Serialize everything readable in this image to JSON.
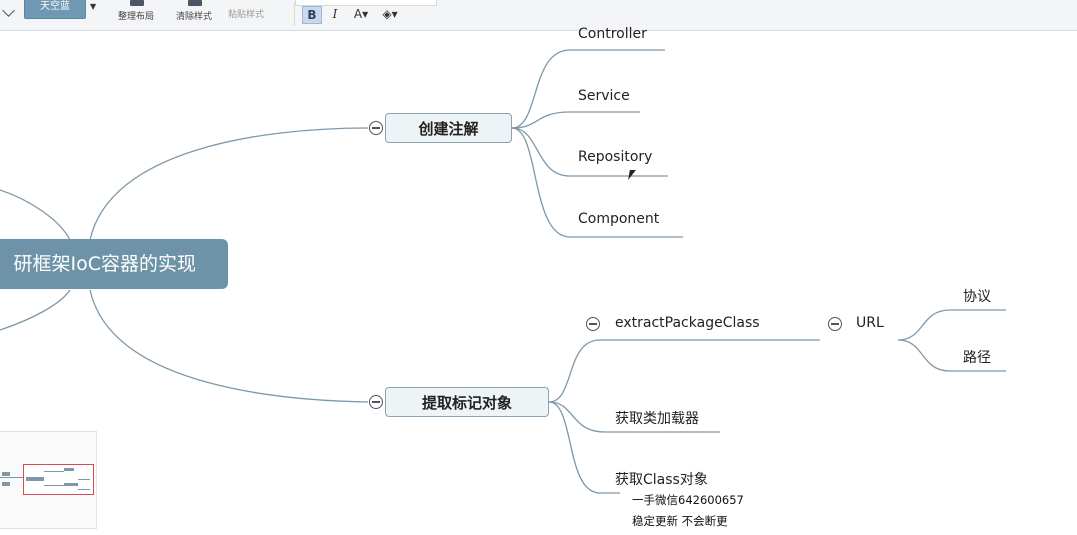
{
  "toolbar": {
    "theme_button": "天空蓝",
    "arrange_layout": "整理布局",
    "clear_style": "清除样式",
    "paste_style": "粘贴样式",
    "bold": "B",
    "italic": "I",
    "font_color": "A▾",
    "fill_color": "◈▾"
  },
  "mindmap": {
    "root": "研框架IoC容器的实现",
    "branches": [
      {
        "label": "创建注解",
        "children": [
          "Controller",
          "Service",
          "Repository",
          "Component"
        ]
      },
      {
        "label": "提取标记对象",
        "children": [
          {
            "label": "extractPackageClass",
            "children": [
              {
                "label": "URL",
                "children": [
                  "协议",
                  "路径"
                ]
              }
            ]
          },
          {
            "label": "获取类加载器"
          },
          {
            "label": "获取Class对象"
          }
        ]
      }
    ]
  },
  "watermark": {
    "line1": "一手微信642600657",
    "line2": "稳定更新 不会断更"
  },
  "colors": {
    "root_fill": "#6e93a8",
    "branch_fill": "#eef3f6",
    "connector": "#7d98aa",
    "minimap_frame": "#d84a5a"
  }
}
